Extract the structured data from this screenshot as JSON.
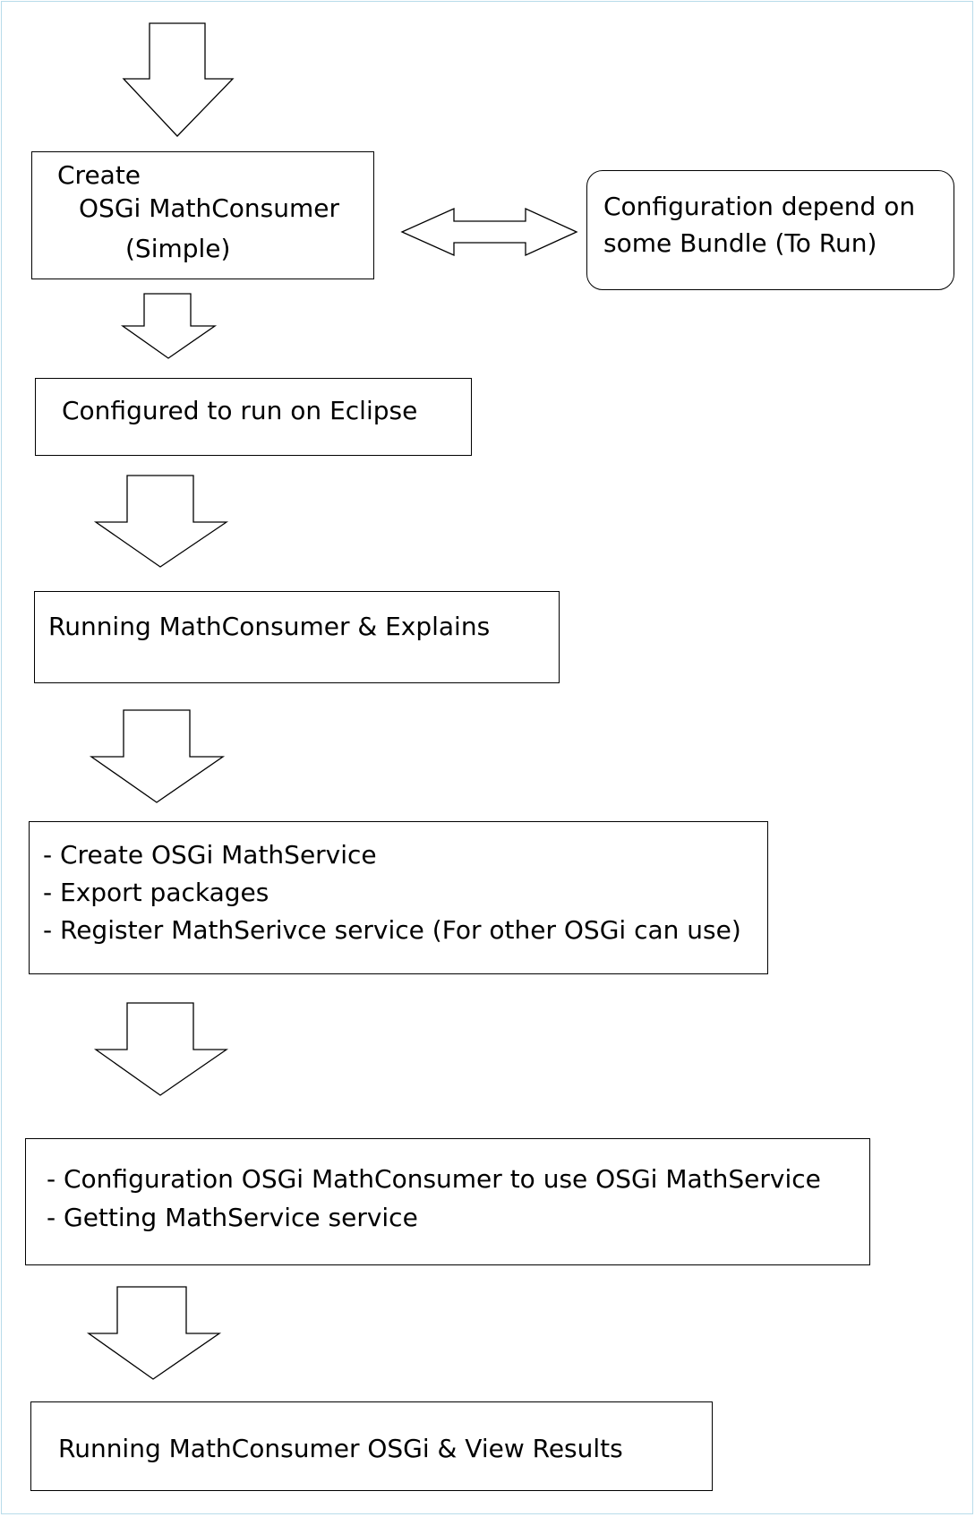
{
  "colors": {
    "frame_border": "#b8dcea",
    "stroke": "#000000",
    "fill": "#ffffff"
  },
  "steps": {
    "create_consumer": {
      "line1": "Create",
      "line2": "OSGi MathConsumer",
      "line3": "(Simple)"
    },
    "config_note": {
      "line1": "Configuration depend on",
      "line2": "some Bundle (To Run)"
    },
    "configured": "Configured to run on Eclipse",
    "running": "Running MathConsumer & Explains",
    "create_service": {
      "line1": "- Create OSGi MathService",
      "line2": "- Export packages",
      "line3": "- Register MathSerivce service (For other OSGi can use)"
    },
    "configure_consumer": {
      "line1": "- Configuration OSGi MathConsumer to use OSGi MathService",
      "line2": "- Getting MathService service"
    },
    "final": "Running MathConsumer OSGi & View Results"
  }
}
